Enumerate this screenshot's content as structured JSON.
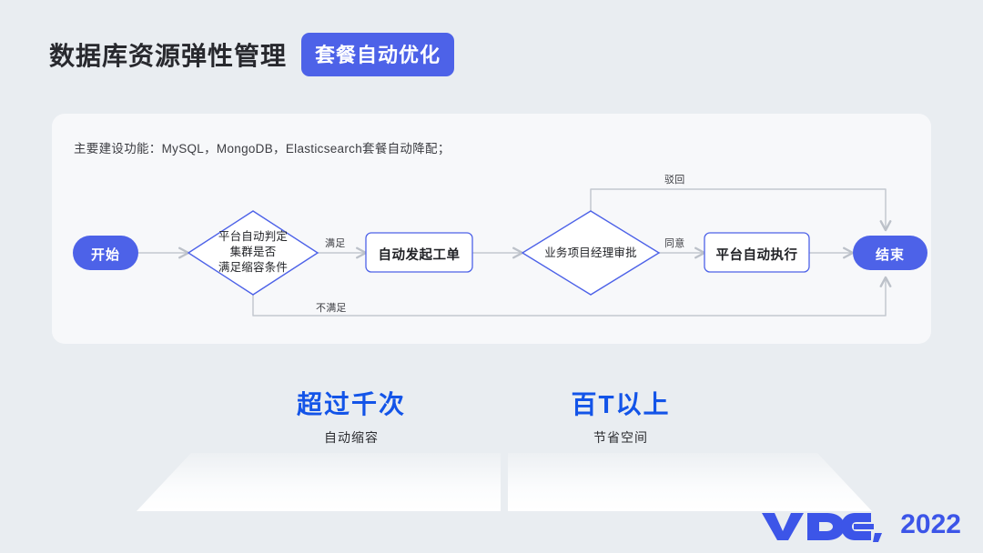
{
  "header": {
    "title": "数据库资源弹性管理",
    "badge": "套餐自动优化",
    "badge_color": "#4d62e8"
  },
  "flow_card": {
    "description": "主要建设功能：MySQL，MongoDB，Elasticsearch套餐自动降配；",
    "accent_color": "#4d62e8",
    "line_color": "#c4c8cf",
    "nodes": [
      {
        "id": "start",
        "type": "pill",
        "label": "开始"
      },
      {
        "id": "decision",
        "type": "diamond",
        "label_lines": [
          "平台自动判定",
          "集群是否",
          "满足缩容条件"
        ]
      },
      {
        "id": "ticket",
        "type": "box",
        "label": "自动发起工单"
      },
      {
        "id": "approval",
        "type": "diamond",
        "label_lines": [
          "业务项目经理审批"
        ]
      },
      {
        "id": "execute",
        "type": "box",
        "label": "平台自动执行"
      },
      {
        "id": "end",
        "type": "pill",
        "label": "结束"
      }
    ],
    "edges": [
      {
        "from": "start",
        "to": "decision",
        "label": ""
      },
      {
        "from": "decision",
        "to": "ticket",
        "label": "满足"
      },
      {
        "from": "decision",
        "to": "end",
        "label": "不满足"
      },
      {
        "from": "ticket",
        "to": "approval",
        "label": ""
      },
      {
        "from": "approval",
        "to": "execute",
        "label": "同意"
      },
      {
        "from": "approval",
        "to": "end",
        "label": "驳回"
      },
      {
        "from": "execute",
        "to": "end",
        "label": ""
      }
    ]
  },
  "stats": [
    {
      "value": "超过千次",
      "caption": "自动缩容"
    },
    {
      "value": "百T以上",
      "caption": "节省空间"
    }
  ],
  "logo": {
    "mark": "VDC",
    "year": "2022",
    "color": "#3c55e8"
  }
}
